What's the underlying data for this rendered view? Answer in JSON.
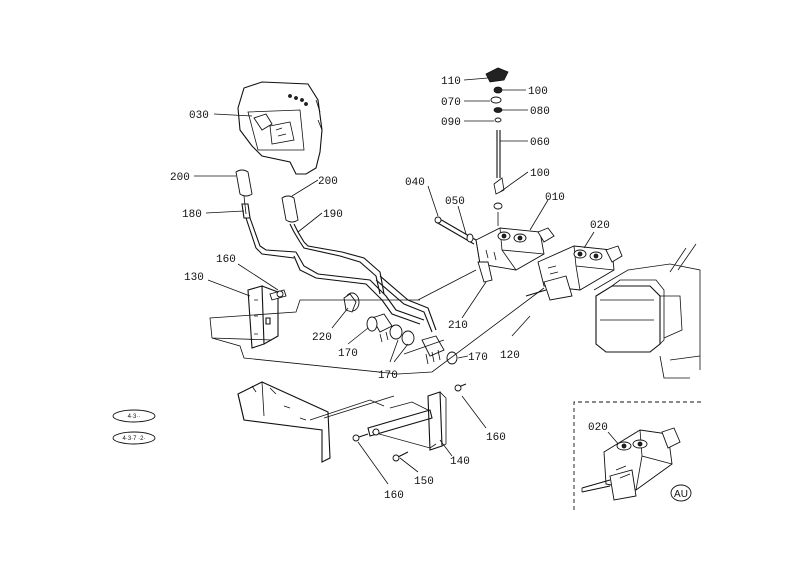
{
  "parts": {
    "p110": "110",
    "p100a": "100",
    "p070": "070",
    "p080": "080",
    "p090": "090",
    "p060": "060",
    "p100b": "100",
    "p040": "040",
    "p050": "050",
    "p010": "010",
    "p020": "020",
    "p030": "030",
    "p200a": "200",
    "p200b": "200",
    "p180": "180",
    "p190": "190",
    "p130": "130",
    "p160a": "160",
    "p220": "220",
    "p170a": "170",
    "p170b": "170",
    "p170c": "170",
    "p210": "210",
    "p120": "120",
    "p160b": "160",
    "p140": "140",
    "p150": "150",
    "p160c": "160"
  },
  "inset": {
    "part": "020",
    "badge": "AU"
  },
  "side_badges": {
    "top": "4·3··",
    "bottom": "4·3·7 ·2·"
  }
}
